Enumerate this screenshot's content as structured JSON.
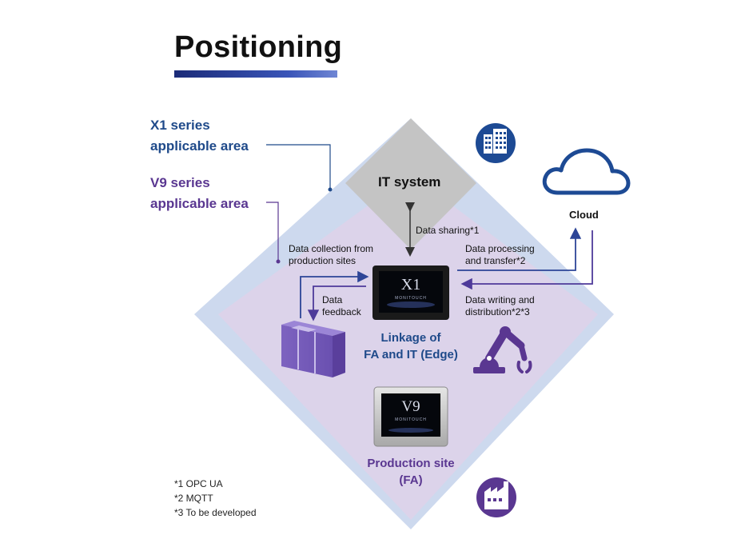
{
  "title": "Positioning",
  "x1_area": {
    "line1": "X1 series",
    "line2": "applicable area"
  },
  "v9_area": {
    "line1": "V9 series",
    "line2": "applicable area"
  },
  "it_system": "IT system",
  "cloud": "Cloud",
  "data_sharing": "Data sharing*1",
  "data_collection": {
    "line1": "Data collection from",
    "line2": "production sites"
  },
  "data_processing": {
    "line1": "Data processing",
    "line2": "and transfer*2"
  },
  "data_feedback": {
    "line1": "Data",
    "line2": "feedback"
  },
  "data_writing": {
    "line1": "Data writing and",
    "line2": "distribution*2*3"
  },
  "linkage": {
    "line1": "Linkage of",
    "line2": "FA and IT (Edge)"
  },
  "production": {
    "line1": "Production site",
    "line2": "(FA)"
  },
  "x1_device": {
    "model": "X1",
    "brand": "MONITOUCH"
  },
  "v9_device": {
    "model": "V9",
    "brand": "MONITOUCH"
  },
  "notes": [
    "*1 OPC UA",
    "*2 MQTT",
    "*3 To be developed"
  ],
  "colors": {
    "x1": "#1f4a8a",
    "v9": "#5a3791",
    "it_diamond": "#c4c4c4",
    "big_diamond": "#cdd9ee",
    "inner_diamond": "#dcd3ea"
  },
  "icons": [
    "building-icon",
    "cloud-icon",
    "boxes-icon",
    "robot-arm-icon",
    "factory-icon"
  ]
}
